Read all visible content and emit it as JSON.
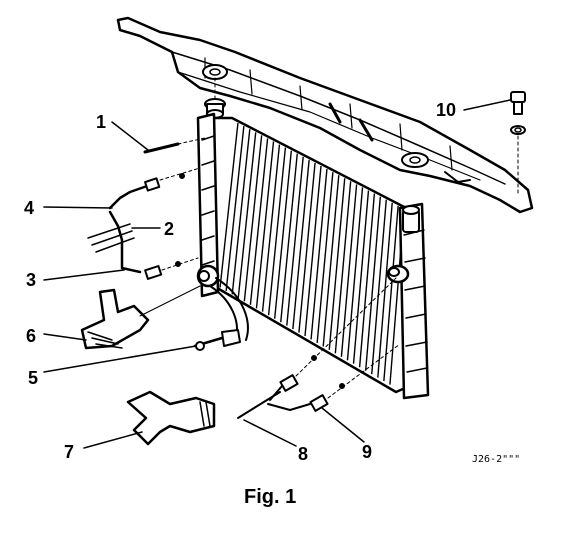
{
  "figure": {
    "caption": "Fig. 1",
    "reference_code": "J26-2\"\"\"",
    "callouts": [
      {
        "id": "1",
        "label": "1"
      },
      {
        "id": "2",
        "label": "2"
      },
      {
        "id": "3",
        "label": "3"
      },
      {
        "id": "4",
        "label": "4"
      },
      {
        "id": "5",
        "label": "5"
      },
      {
        "id": "6",
        "label": "6"
      },
      {
        "id": "7",
        "label": "7"
      },
      {
        "id": "8",
        "label": "8"
      },
      {
        "id": "9",
        "label": "9"
      },
      {
        "id": "10",
        "label": "10"
      }
    ]
  }
}
